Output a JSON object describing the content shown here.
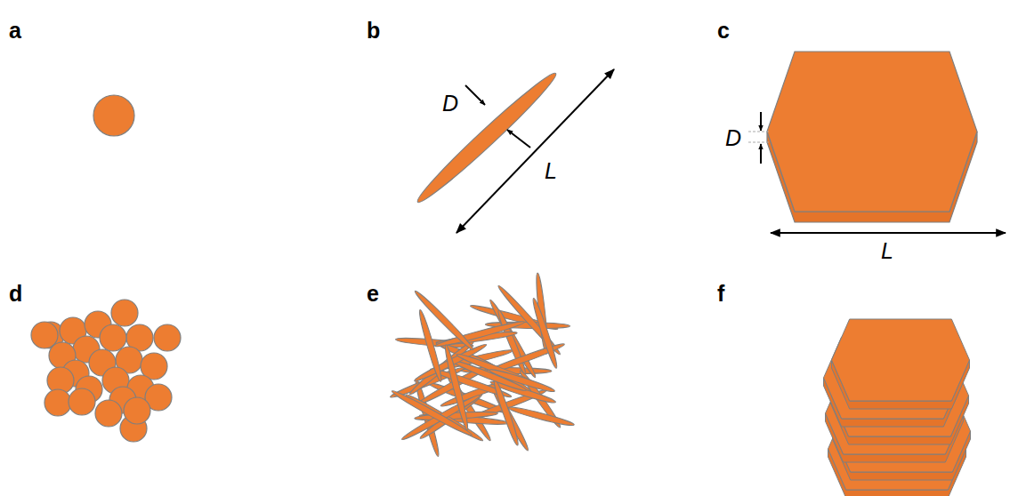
{
  "diagram": {
    "labels": [
      "a",
      "b",
      "c",
      "d",
      "e",
      "f",
      "D",
      "L",
      "D",
      "L"
    ]
  }
}
